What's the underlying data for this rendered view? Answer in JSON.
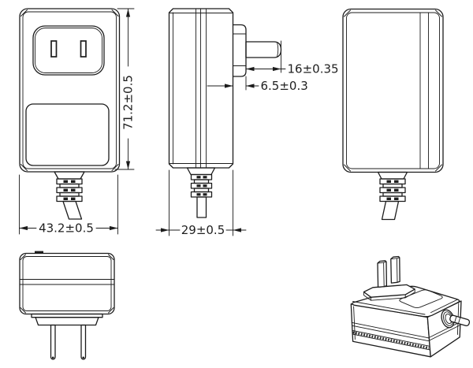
{
  "drawing": {
    "background": "#ffffff",
    "line_color": "#1c1c1c",
    "dimensions": {
      "front_height": "71.2±0.5",
      "front_width": "43.2±0.5",
      "side_depth": "29±0.5",
      "pin_length": "16±0.35",
      "pin_base_offset": "6.5±0.3"
    }
  }
}
